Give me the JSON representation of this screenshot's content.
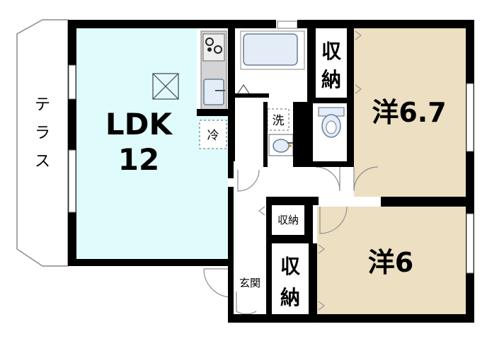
{
  "floorplan": {
    "colors": {
      "wall": "#000000",
      "ldk_floor": "#e0fbfc",
      "room_floor": "#ecdfc2",
      "fixture_fill": "#e3ecf7",
      "fixture_stroke": "#6a7f97",
      "door_stroke": "#8d8d8d"
    },
    "rooms": {
      "terrace": "テラス",
      "ldk_name": "LDK",
      "ldk_size": "12",
      "bedroom1": "洋6.7",
      "bedroom2": "洋6"
    },
    "storage": {
      "upper": "収納",
      "hall": "収納",
      "lower": "収納"
    },
    "fixtures": {
      "fridge": "冷",
      "washer": "洗"
    },
    "entrance": "玄関"
  }
}
